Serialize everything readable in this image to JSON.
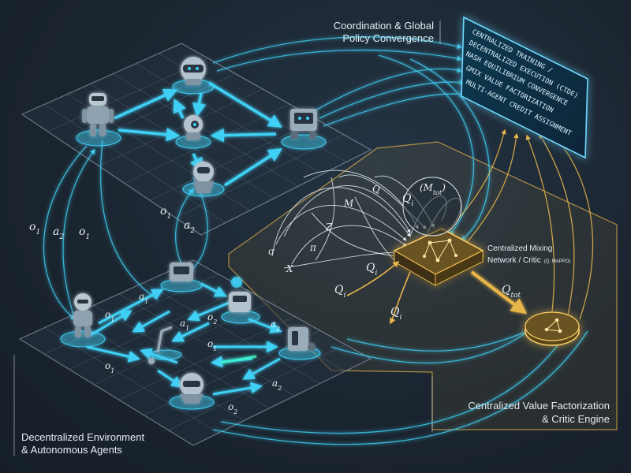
{
  "labels": {
    "coordination_line1": "Coordination & Global",
    "coordination_line2": "Policy Convergence",
    "env_line1": "Decentralized Environment",
    "env_line2": "& Autonomous Agents",
    "engine_line1": "Centralized Value Factorization",
    "engine_line2": "& Critic Engine",
    "mixing_line1": "Centralized Mixing",
    "mixing_line2": "Network / Critic",
    "mixing_suffix": "(Q, MAPPO)"
  },
  "panel": {
    "lines": [
      "CENTRALIZED TRAINING /",
      "DECENTRALIZED EXECUTION (CTDE)",
      "NASH EQUILIBRIUM CONVERGENCE",
      "GMIX VALUE FACTORIZATION",
      "MULTI-AGENT CREDIT ASSIGNMENT"
    ]
  },
  "math": {
    "o1": "o",
    "o2": "o",
    "a1": "a",
    "a2": "a",
    "sub1": "1",
    "sub2": "2",
    "Qi": "Q",
    "sub_i": "i",
    "Qtot": "Q",
    "sub_tot": "tot",
    "Mtot": "(M",
    "M": "M",
    "Q": "Q",
    "Z": "Z",
    "X": "X",
    "sigma": "σ",
    "pi": "π",
    "close_paren": ")"
  },
  "colors": {
    "cyan": "#3fd0f5",
    "gold": "#e8b64c",
    "background": "#1c2733"
  }
}
